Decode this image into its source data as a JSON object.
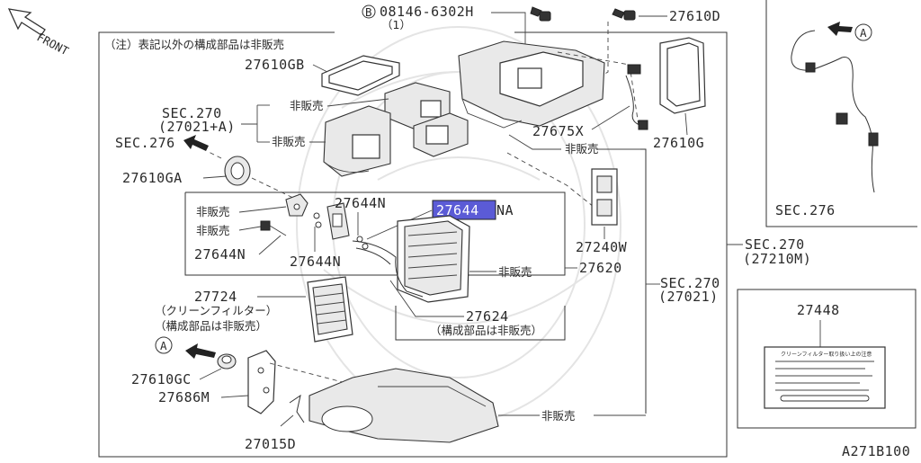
{
  "diagram": {
    "front_label": "FRONT",
    "note": "（注）表記以外の構成部品は非販売",
    "bolt_ref": "08146-6302H",
    "bolt_qty": "（1）",
    "bolt_circle": "B",
    "not_sold": "非販売",
    "highlight_color": "#5b5bd6",
    "parts": {
      "p27610D": "27610D",
      "p27610GB": "27610GB",
      "sec270_a": "SEC.270",
      "sec270_a_sub": "(27021+A)",
      "sec276_left": "SEC.276",
      "p27675X": "27675X",
      "p27610G": "27610G",
      "p27610GA": "27610GA",
      "p27644N_top": "27644N",
      "p27644NA_hl": "27644",
      "p27644NA_suffix": "NA",
      "p27644N_left": "27644N",
      "p27644N_mid": "27644N",
      "p27240W": "27240W",
      "p27620": "27620",
      "sec270_right": "SEC.270",
      "sec270_right_sub": "(27210M)",
      "sec270_mid": "SEC.270",
      "sec270_mid_sub": "(27021)",
      "p27724": "27724",
      "p27724_sub1": "（クリーンフィルター）",
      "p27724_sub2": "（構成部品は非販売）",
      "p27624": "27624",
      "p27624_sub": "（構成部品は非販売）",
      "circleA": "A",
      "p27610GC": "27610GC",
      "p27686M": "27686M",
      "p27015D": "27015D",
      "p27448": "27448",
      "label_title": "クリーンフィルター取り扱い上の注意",
      "sec276_right": "SEC.276",
      "circleA_right": "A",
      "figure_code": "A271B100"
    }
  }
}
